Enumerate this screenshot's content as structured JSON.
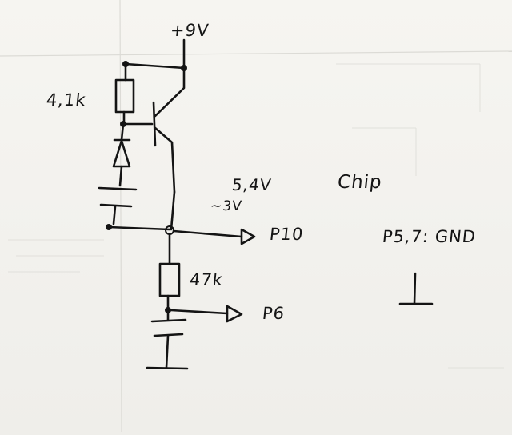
{
  "labels": {
    "supply": "+9V",
    "resistor_top": "4,1k",
    "voltage": "5,4V",
    "scribble": "~3V",
    "chip": "Chip",
    "p10": "P10",
    "resistor_bottom": "47k",
    "p6": "P6",
    "gnd_note": "P5,7: GND"
  },
  "colors": {
    "ink": "#141414",
    "paper": "#f3f2ee"
  }
}
